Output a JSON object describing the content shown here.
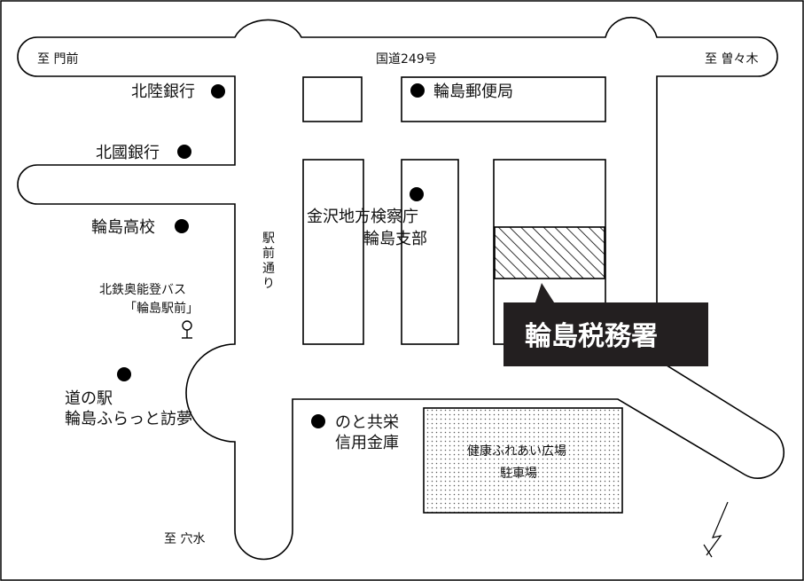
{
  "roads": {
    "top_left": "至 門前",
    "top_center": "国道249号",
    "top_right": "至 曽々木",
    "bottom": "至 穴水",
    "station_street": [
      "駅",
      "前",
      "通",
      "り"
    ]
  },
  "landmarks": {
    "hokuriku_bank": "北陸銀行",
    "hokkoku_bank": "北國銀行",
    "wajima_high": "輪島高校",
    "bus_stop_line1": "北鉄奥能登バス",
    "bus_stop_line2": "「輪島駅前」",
    "michinoeki_line1": "道の駅",
    "michinoeki_line2": "輪島ふらっと訪夢",
    "post_office": "輪島郵便局",
    "prosecutor_line1": "金沢地方検察庁",
    "prosecutor_line2": "輪島支部",
    "credit_union_line1": "のと共栄",
    "credit_union_line2": "信用金庫",
    "parking_line1": "健康ふれあい広場",
    "parking_line2": "駐車場"
  },
  "target": {
    "name": "輪島税務署"
  },
  "colors": {
    "line": "#000000",
    "label_bg": "#231f20",
    "label_text": "#ffffff"
  },
  "icons": [
    "bullet-icon",
    "bus-stop-icon",
    "north-arrow-icon"
  ]
}
